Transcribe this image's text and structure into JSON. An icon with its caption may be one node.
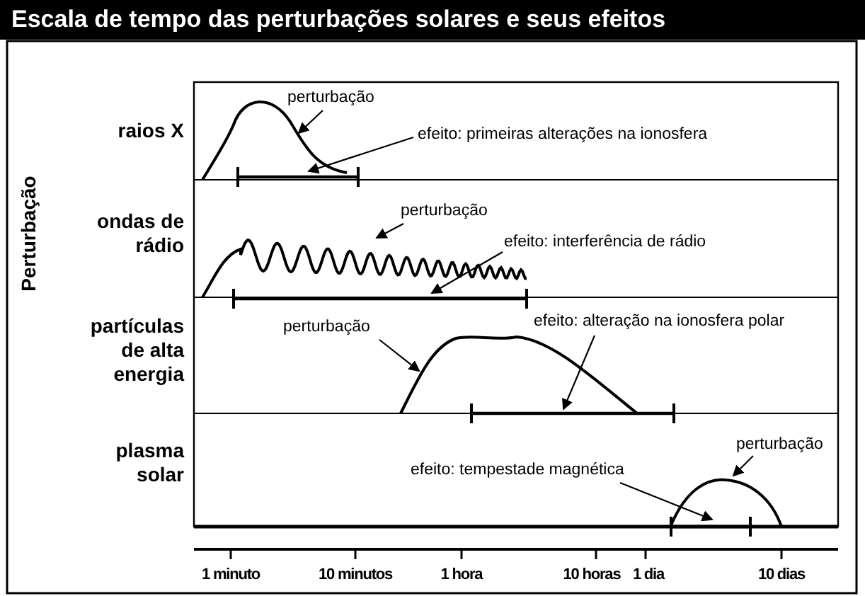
{
  "diagram": {
    "title": "Escala de tempo das perturbações solares e seus efeitos",
    "nodes": [
      {
        "text": [
          "perturbação"
        ]
      },
      {
        "text": [],
        "shape": "curve"
      },
      {
        "text": [
          "efeito: primeiras alterações na ionosfera"
        ]
      },
      {
        "text": [],
        "shape": "bar"
      },
      {
        "text": [
          "perturbação"
        ]
      },
      {
        "text": [],
        "shape": "curve"
      },
      {
        "text": [
          "efeito: interferência de rádio"
        ]
      },
      {
        "text": [],
        "shape": "bar"
      },
      {
        "text": [
          "perturbação"
        ]
      },
      {
        "text": [],
        "shape": "curve"
      },
      {
        "text": [
          "efeito: alteração na ionosfera polar"
        ]
      },
      {
        "text": [],
        "shape": "bar"
      },
      {
        "text": [
          "perturbação"
        ]
      },
      {
        "text": [],
        "shape": "curve"
      },
      {
        "text": [
          "efeito: tempestade magnética"
        ]
      },
      {
        "text": [],
        "shape": "bar"
      }
    ],
    "edges": [
      {
        "from": 0,
        "to": 1,
        "arrow": "to"
      },
      {
        "from": 2,
        "to": 3,
        "arrow": "to"
      },
      {
        "from": 4,
        "to": 5,
        "arrow": "to"
      },
      {
        "from": 6,
        "to": 7,
        "arrow": "to"
      },
      {
        "from": 8,
        "to": 9,
        "arrow": "to"
      },
      {
        "from": 10,
        "to": 11,
        "arrow": "to"
      },
      {
        "from": 12,
        "to": 13,
        "arrow": "to"
      },
      {
        "from": 14,
        "to": 15,
        "arrow": "to"
      }
    ],
    "labels": [
      "raios X",
      "Perturbação",
      "ondas de rádio",
      "partículas de alta energia",
      "plasma solar",
      "1 minuto",
      "10 minutos",
      "1 hora",
      "10 horas",
      "1 dia",
      "10 dias"
    ]
  }
}
